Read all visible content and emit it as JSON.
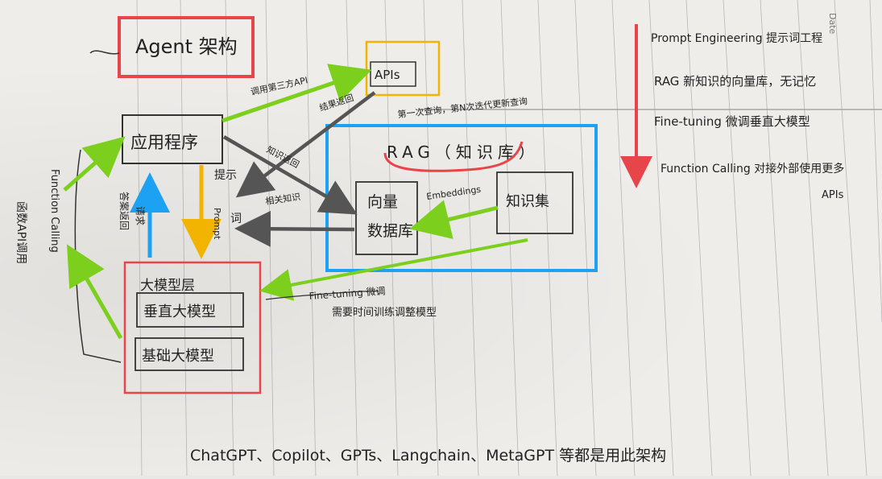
{
  "page_header": "Date",
  "agent": {
    "label": "Agent 架构"
  },
  "apis": {
    "label": "APIs"
  },
  "app": {
    "label": "应用程序"
  },
  "rag": {
    "title": "RAG（知识库）",
    "vector_db": [
      "向量",
      "数据库"
    ],
    "knowledge": "知识集",
    "embeddings": "Embeddings"
  },
  "llm": {
    "title": "大模型层",
    "finetuned": "垂直大模型",
    "base": "基础大模型"
  },
  "labels": {
    "call_api": "调用第三方API",
    "return_result": "结果返回",
    "search": "第一次查询，第N次迭代更新查询",
    "knowledge_return": "知识返回",
    "prompt": [
      "提示",
      "Prompt",
      "词"
    ],
    "related_knowledge": "相关知识",
    "answer_return": "答案返回",
    "answer_return_v": "答案返回",
    "request": "请求",
    "finetuning": "Fine-tuning 微调",
    "finetuning_sub": "需要时间训练调整模型",
    "function_calling": "Function Calling",
    "side_api": "函数API调用"
  },
  "notes": [
    "Prompt Engineering 提示词工程",
    "RAG 新知识的向量库，无记忆",
    "Fine-tuning 微调垂直大模型",
    "Function Calling 对接外部使用更多",
    "APIs"
  ],
  "footer": "ChatGPT、Copilot、GPTs、Langchain、MetaGPT 等都是用此架构",
  "colors": {
    "red": "#e8454a",
    "orange": "#f3b400",
    "blue": "#1da1f2",
    "green": "#7ccf1c",
    "dark": "#444444",
    "pen": "#222222",
    "line": "#6a6a6a"
  }
}
